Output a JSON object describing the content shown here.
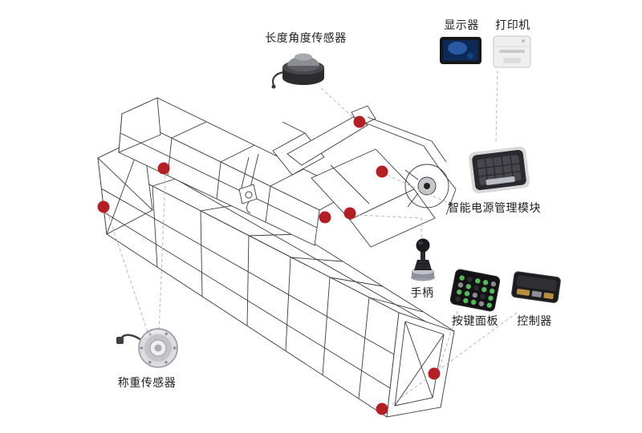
{
  "figure": {
    "type": "component-callout-diagram",
    "subject": "crane-wireframe-with-sensor-callouts",
    "marker_color": "#b21f24",
    "connector_style": "dashed-gray",
    "labels": {
      "length_angle_sensor": "长度角度传感器",
      "display": "显示器",
      "printer": "打印机",
      "power_module": "智能电源管理模块",
      "handle": "手柄",
      "keypad": "按键面板",
      "controller": "控制器",
      "load_cell": "称重传感器"
    }
  }
}
